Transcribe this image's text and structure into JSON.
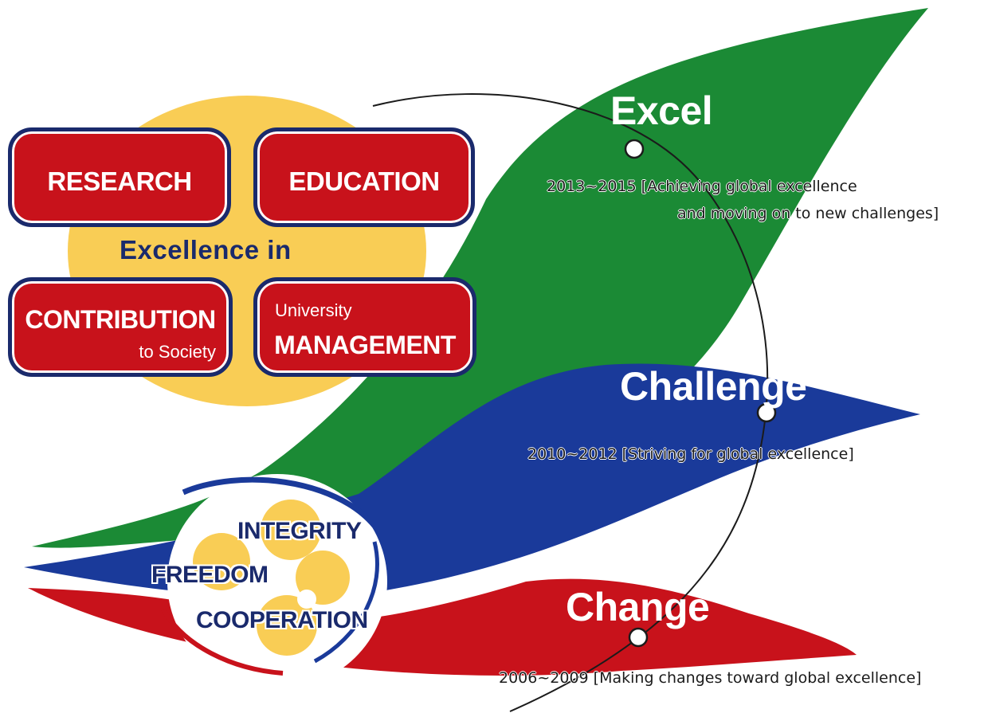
{
  "pillars_heading": "Excellence in",
  "pillars": {
    "research": {
      "label": "RESEARCH"
    },
    "education": {
      "label": "EDUCATION"
    },
    "contribution": {
      "label": "CONTRIBUTION",
      "sub": "to Society"
    },
    "management": {
      "pre": "University",
      "label": "MANAGEMENT"
    }
  },
  "values": [
    "INTEGRITY",
    "FREEDOM",
    "COOPERATION"
  ],
  "stages": [
    {
      "title": "Excel",
      "period": "2013~2015",
      "desc_line1": "2013~2015 [Achieving global excellence",
      "desc_line2": "and moving on to new challenges]",
      "color": "#1b8a35"
    },
    {
      "title": "Challenge",
      "period": "2010~2012",
      "desc_line1": "2010~2012 [Striving for global excellence]",
      "color": "#1a3a9a"
    },
    {
      "title": "Change",
      "period": "2006~2009",
      "desc_line1": "2006~2009 [Making changes toward global excellence]",
      "color": "#c8121b"
    }
  ],
  "colors": {
    "sun": "#f9cd55",
    "pillar_fill": "#c8121b",
    "pillar_border": "#1a2a6c",
    "heading_text": "#1a2a6c"
  }
}
